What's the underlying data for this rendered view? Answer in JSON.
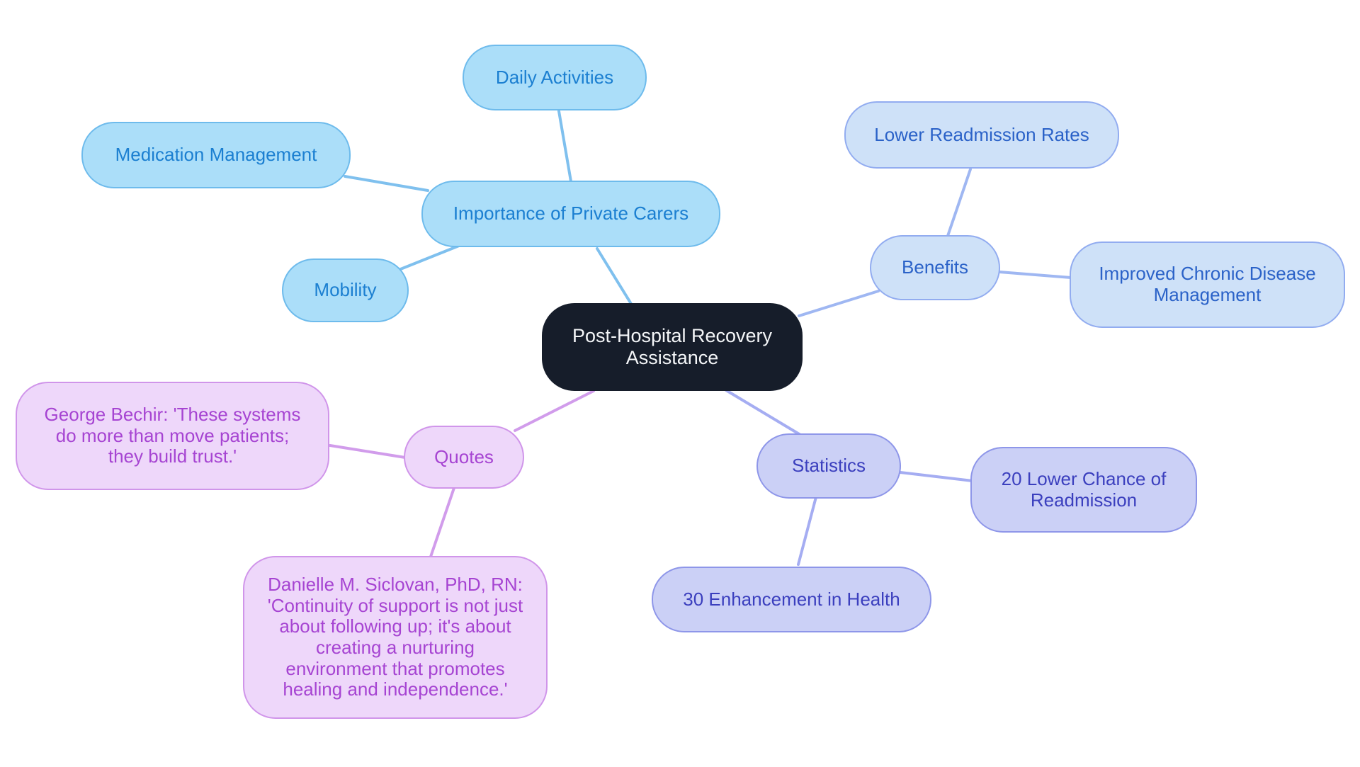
{
  "diagram": {
    "type": "mindmap",
    "central": {
      "label": "Post-Hospital Recovery Assistance"
    },
    "branches": {
      "importance": {
        "label": "Importance of Private Carers",
        "children": {
          "daily": {
            "label": "Daily Activities"
          },
          "medication": {
            "label": "Medication Management"
          },
          "mobility": {
            "label": "Mobility"
          }
        }
      },
      "benefits": {
        "label": "Benefits",
        "children": {
          "lower_readmission": {
            "label": "Lower Readmission Rates"
          },
          "chronic_disease": {
            "label": "Improved Chronic Disease Management"
          }
        }
      },
      "statistics": {
        "label": "Statistics",
        "children": {
          "readmission_20": {
            "label": "20 Lower Chance of Readmission"
          },
          "health_30": {
            "label": "30 Enhancement in Health"
          }
        }
      },
      "quotes": {
        "label": "Quotes",
        "children": {
          "george": {
            "label": "George Bechir: 'These systems do more than move patients; they build trust.'"
          },
          "danielle": {
            "label": "Danielle M. Siclovan, PhD, RN: 'Continuity of support is not just about following up; it's about creating a nurturing environment that promotes healing and independence.'"
          }
        }
      }
    }
  },
  "palette": {
    "background": "#ffffff",
    "central_bg": "#161d2a",
    "central_text": "#f4f6f8",
    "blue_fill": "#abdef9",
    "blue_border": "#6ebbec",
    "blue_text": "#1b7fd1",
    "blue_edge": "#7fc0ee",
    "periwinkle_fill": "#cee1f8",
    "periwinkle_border": "#92acf0",
    "periwinkle_text": "#2b62c8",
    "periwinkle_edge": "#9fb7f2",
    "lavender_fill": "#cbd0f6",
    "lavender_border": "#8e96e9",
    "lavender_text": "#3b3fbe",
    "lavender_edge": "#a5adf2",
    "purple_fill": "#eed7fa",
    "purple_border": "#d095ea",
    "purple_text": "#a644d2",
    "purple_edge": "#d19ceb"
  }
}
